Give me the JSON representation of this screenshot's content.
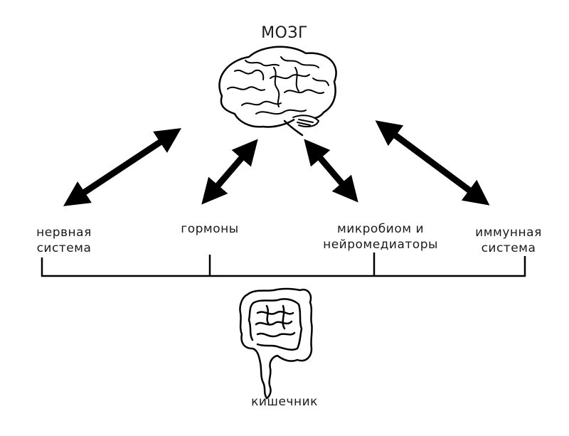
{
  "title": "МОЗГ",
  "bottom_label": "кишечник",
  "connections": [
    {
      "id": "nervous",
      "line1": "нервная",
      "line2": "система"
    },
    {
      "id": "hormones",
      "line1": "гормоны",
      "line2": ""
    },
    {
      "id": "microbiome",
      "line1": "микробиом и",
      "line2": "нейромедиаторы"
    },
    {
      "id": "immune",
      "line1": "иммунная",
      "line2": "система"
    }
  ],
  "icons": {
    "top": "brain-icon",
    "bottom": "intestine-icon"
  }
}
